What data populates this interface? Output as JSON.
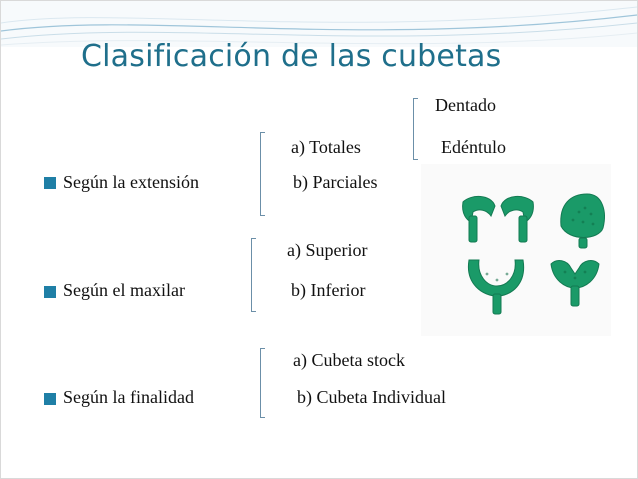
{
  "slide": {
    "title": "Clasificación de las cubetas",
    "sections": [
      {
        "label": "Según la extensión",
        "options": [
          "a) Totales",
          "b) Parciales"
        ],
        "sub_options": [
          "Dentado",
          "Edéntulo"
        ]
      },
      {
        "label": "Según el maxilar",
        "options": [
          "a) Superior",
          "b) Inferior"
        ]
      },
      {
        "label": "Según la finalidad",
        "options": [
          "a) Cubeta stock",
          "b) Cubeta Individual"
        ]
      }
    ],
    "image": {
      "subject": "dental-trays-photo",
      "tray_color": "#1a9a68"
    }
  }
}
